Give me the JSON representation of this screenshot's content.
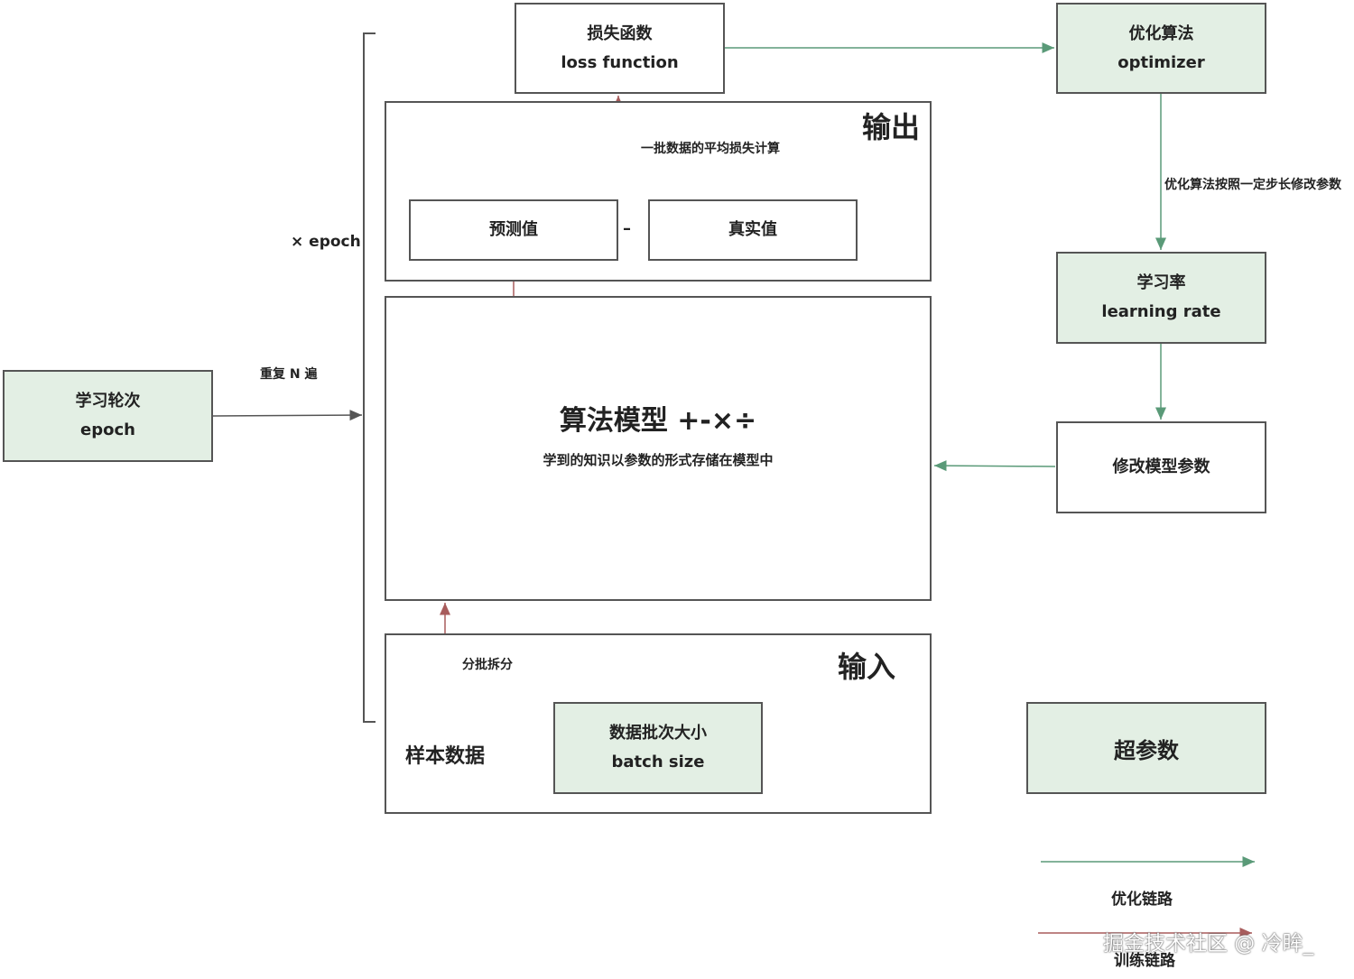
{
  "colors": {
    "optimize": "#5a9a78",
    "train": "#a85c5c",
    "green_fill": "#e3efe4",
    "border": "#555555"
  },
  "loss": {
    "line1": "损失函数",
    "line2": "loss function"
  },
  "optimizer": {
    "line1": "优化算法",
    "line2": "optimizer"
  },
  "output": {
    "title": "输出",
    "note": "一批数据的平均损失计算",
    "pred": "预测值",
    "minus": "–",
    "truth": "真实值"
  },
  "opt_note": "优化算法按照一定步长修改参数",
  "lr": {
    "line1": "学习率",
    "line2": "learning rate"
  },
  "epoch_label": "× epoch",
  "repeat_label": "重复 N 遍",
  "epoch_box": {
    "line1": "学习轮次",
    "line2": "epoch"
  },
  "model": {
    "title": "算法模型 +-×÷",
    "subtitle": "学到的知识以参数的形式存储在模型中"
  },
  "update": "修改模型参数",
  "input": {
    "title": "输入",
    "split": "分批拆分",
    "sample": "样本数据",
    "batch_line1": "数据批次大小",
    "batch_line2": "batch size"
  },
  "hyper": "超参数",
  "legend": {
    "optimize": "优化链路",
    "train": "训练链路"
  },
  "watermark": "掘金技术社区 @ 冷眸_"
}
